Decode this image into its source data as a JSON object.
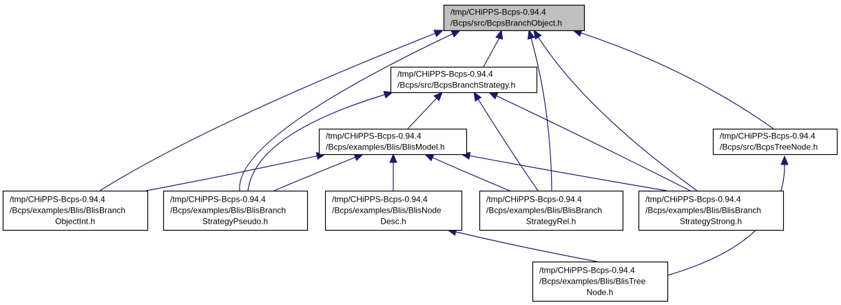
{
  "diagram": {
    "nodes": [
      {
        "id": "root",
        "lines": [
          "/tmp/CHiPPS-Bcps-0.94.4",
          "/Bcps/src/BcpsBranchObject.h"
        ],
        "highlight": true
      },
      {
        "id": "strategy",
        "lines": [
          "/tmp/CHiPPS-Bcps-0.94.4",
          "/Bcps/src/BcpsBranchStrategy.h"
        ]
      },
      {
        "id": "model",
        "lines": [
          "/tmp/CHiPPS-Bcps-0.94.4",
          "/Bcps/examples/Blis/BlisModel.h"
        ]
      },
      {
        "id": "treenode",
        "lines": [
          "/tmp/CHiPPS-Bcps-0.94.4",
          "/Bcps/src/BcpsTreeNode.h"
        ]
      },
      {
        "id": "objint",
        "lines": [
          "/tmp/CHiPPS-Bcps-0.94.4",
          "/Bcps/examples/Blis/BlisBranch",
          "ObjectInt.h"
        ]
      },
      {
        "id": "pseudo",
        "lines": [
          "/tmp/CHiPPS-Bcps-0.94.4",
          "/Bcps/examples/Blis/BlisBranch",
          "StrategyPseudo.h"
        ]
      },
      {
        "id": "nodedesc",
        "lines": [
          "/tmp/CHiPPS-Bcps-0.94.4",
          "/Bcps/examples/Blis/BlisNode",
          "Desc.h"
        ]
      },
      {
        "id": "rel",
        "lines": [
          "/tmp/CHiPPS-Bcps-0.94.4",
          "/Bcps/examples/Blis/BlisBranch",
          "StrategyRel.h"
        ]
      },
      {
        "id": "strong",
        "lines": [
          "/tmp/CHiPPS-Bcps-0.94.4",
          "/Bcps/examples/Blis/BlisBranch",
          "StrategyStrong.h"
        ]
      },
      {
        "id": "blistreenode",
        "lines": [
          "/tmp/CHiPPS-Bcps-0.94.4",
          "/Bcps/examples/Blis/BlisTree",
          "Node.h"
        ]
      }
    ],
    "edges": [
      {
        "from": "strategy",
        "to": "root"
      },
      {
        "from": "objint",
        "to": "root"
      },
      {
        "from": "pseudo",
        "to": "root"
      },
      {
        "from": "rel",
        "to": "root"
      },
      {
        "from": "strong",
        "to": "root"
      },
      {
        "from": "treenode",
        "to": "root"
      },
      {
        "from": "model",
        "to": "strategy"
      },
      {
        "from": "pseudo",
        "to": "strategy"
      },
      {
        "from": "rel",
        "to": "strategy"
      },
      {
        "from": "strong",
        "to": "strategy"
      },
      {
        "from": "objint",
        "to": "model"
      },
      {
        "from": "pseudo",
        "to": "model"
      },
      {
        "from": "nodedesc",
        "to": "model"
      },
      {
        "from": "rel",
        "to": "model"
      },
      {
        "from": "strong",
        "to": "model"
      },
      {
        "from": "blistreenode",
        "to": "treenode"
      },
      {
        "from": "blistreenode",
        "to": "nodedesc"
      }
    ],
    "colors": {
      "edge": "#191970",
      "root_fill": "#bfbfbf",
      "box_fill": "#ffffff",
      "border": "#000000"
    }
  }
}
